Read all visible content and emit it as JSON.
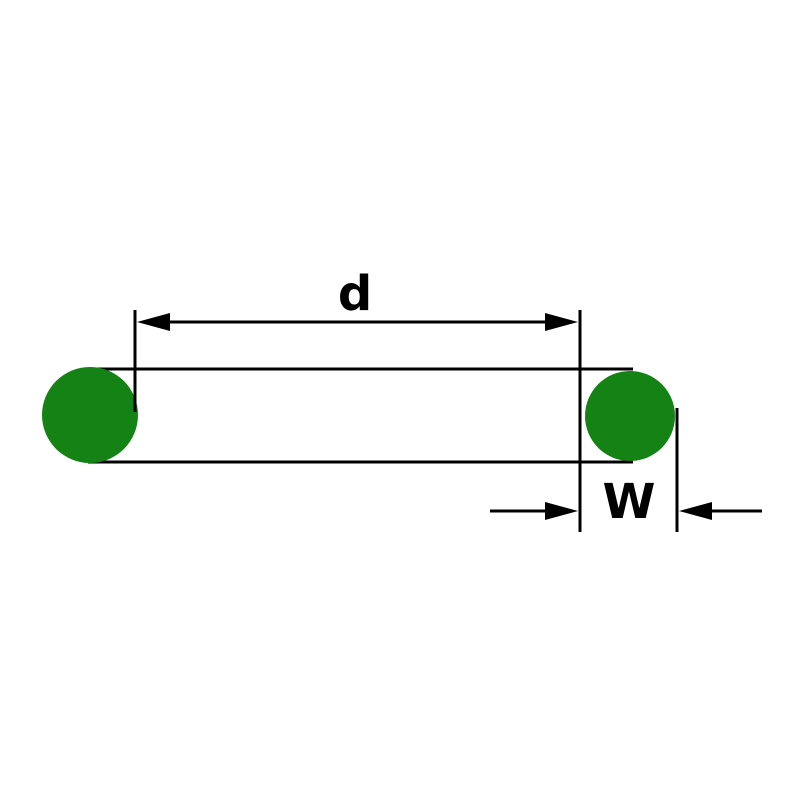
{
  "diagram": {
    "description": "O-ring cross-section dimension drawing",
    "labels": {
      "inner_diameter": "d",
      "cross_section_width": "W"
    },
    "colors": {
      "ring": "#148214",
      "line": "#000000",
      "background": "#ffffff"
    }
  }
}
